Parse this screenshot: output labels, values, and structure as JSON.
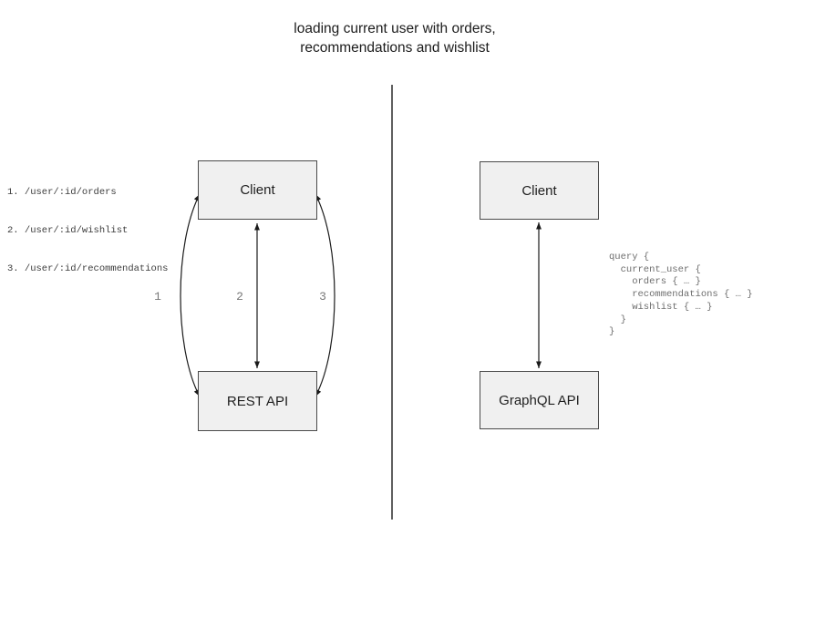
{
  "title": {
    "line1": "loading current user with orders,",
    "line2": "recommendations and wishlist"
  },
  "left_panel": {
    "endpoints": [
      "1. /user/:id/orders",
      "2. /user/:id/wishlist",
      "3. /user/:id/recommendations"
    ],
    "client_label": "Client",
    "api_label": "REST API",
    "arrow_labels": [
      "1",
      "2",
      "3"
    ]
  },
  "right_panel": {
    "client_label": "Client",
    "api_label": "GraphQL API",
    "query": "query {\n  current_user {\n    orders { … }\n    recommendations { … }\n    wishlist { … }\n  }\n}"
  },
  "colors": {
    "background": "#ffffff",
    "box_fill": "#f0f0f0",
    "box_border": "#4a4a4a",
    "arrow_line": "#1a1a1a",
    "divider": "#5f5f5f",
    "muted_code_text": "#6e6e6e",
    "endpoint_text": "#3d3d3d",
    "title_text": "#1c1c1c"
  }
}
